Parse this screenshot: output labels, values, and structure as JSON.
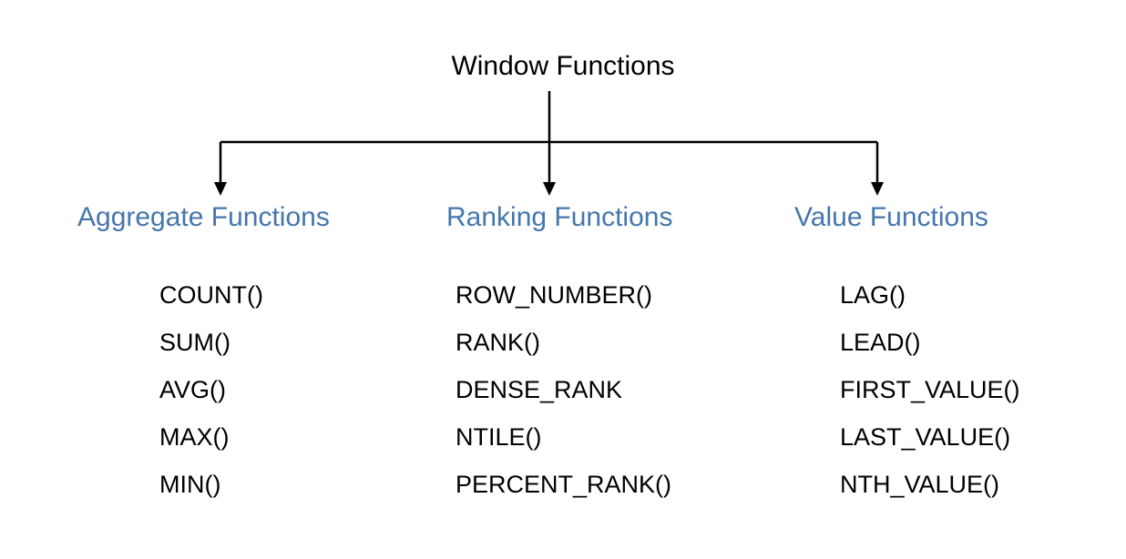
{
  "title": "Window Functions",
  "columns": [
    {
      "header": "Aggregate Functions",
      "items": [
        "COUNT()",
        "SUM()",
        "AVG()",
        "MAX()",
        "MIN()"
      ]
    },
    {
      "header": "Ranking Functions",
      "items": [
        "ROW_NUMBER()",
        "RANK()",
        "DENSE_RANK",
        "NTILE()",
        "PERCENT_RANK()"
      ]
    },
    {
      "header": "Value Functions",
      "items": [
        "LAG()",
        "LEAD()",
        "FIRST_VALUE()",
        "LAST_VALUE()",
        "NTH_VALUE()"
      ]
    }
  ],
  "colors": {
    "background": "#FFFFFF",
    "text": "#000000",
    "header": "#4576AD",
    "connector": "#000000"
  }
}
